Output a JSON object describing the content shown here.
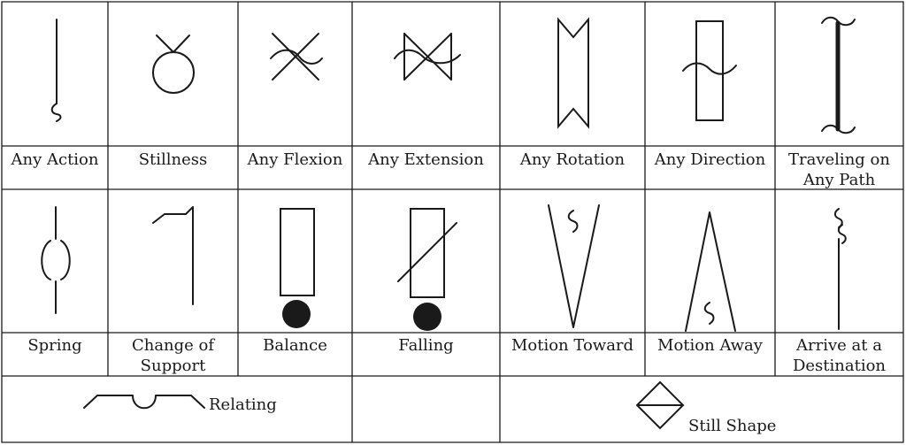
{
  "row1": [
    {
      "id": "any-action",
      "label": "Any Action"
    },
    {
      "id": "stillness",
      "label": "Stillness"
    },
    {
      "id": "any-flexion",
      "label": "Any Flexion"
    },
    {
      "id": "any-extension",
      "label": "Any Extension"
    },
    {
      "id": "any-rotation",
      "label": "Any Rotation"
    },
    {
      "id": "any-direction",
      "label": "Any Direction"
    },
    {
      "id": "traveling",
      "label": "Traveling on\nAny Path"
    }
  ],
  "row2": [
    {
      "id": "spring",
      "label": "Spring"
    },
    {
      "id": "change-of-support",
      "label": "Change of\nSupport"
    },
    {
      "id": "balance",
      "label": "Balance"
    },
    {
      "id": "falling",
      "label": "Falling"
    },
    {
      "id": "motion-toward",
      "label": "Motion Toward"
    },
    {
      "id": "motion-away",
      "label": "Motion Away"
    },
    {
      "id": "arrive",
      "label": "Arrive at a\nDestination"
    }
  ],
  "row3": [
    {
      "id": "relating",
      "label": "Relating"
    },
    {
      "id": "still-shape",
      "label": "Still Shape"
    }
  ],
  "colors": {
    "line": "#1a1a1a",
    "background": "#ffffff"
  }
}
